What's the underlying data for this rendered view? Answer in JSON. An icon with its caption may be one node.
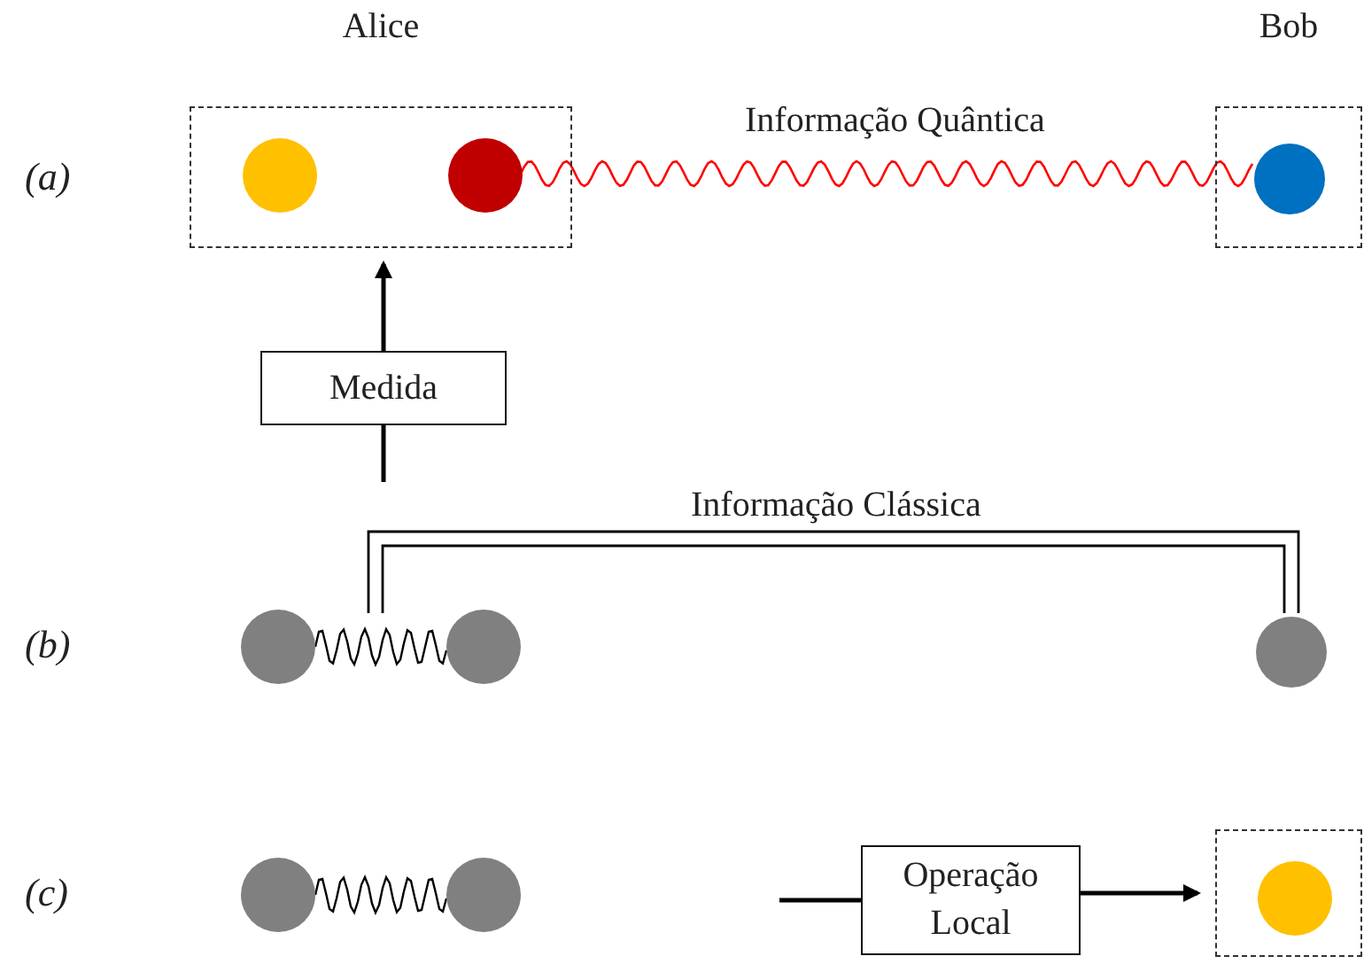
{
  "diagram": {
    "nodes": [
      {
        "text": [
          "Alice"
        ]
      },
      {
        "text": [],
        "shape": "circle",
        "in": 0
      },
      {
        "text": [],
        "shape": "circle",
        "in": 0
      },
      {
        "text": [
          "Bob"
        ]
      },
      {
        "text": [],
        "shape": "circle",
        "in": 3
      },
      {
        "text": [
          "Medida"
        ]
      },
      {
        "text": [],
        "shape": "circle"
      },
      {
        "text": [],
        "shape": "circle"
      },
      {
        "text": [],
        "shape": "circle"
      },
      {
        "text": [],
        "shape": "circle"
      },
      {
        "text": [],
        "shape": "circle"
      },
      {
        "text": [
          "Operação Local"
        ]
      },
      {
        "text": [],
        "shape": "box"
      },
      {
        "text": [],
        "shape": "circle",
        "in": 12
      }
    ],
    "edges": [
      {
        "from": 2,
        "to": 4,
        "arrow": "none",
        "label": "Informação Quântica",
        "color": "#ff0000"
      },
      {
        "from": null,
        "to": 5,
        "arrow": "none"
      },
      {
        "from": 5,
        "to": 0,
        "arrow": "to"
      },
      {
        "from": 6,
        "to": 7,
        "arrow": "none"
      },
      {
        "from": null,
        "to": 8,
        "arrow": "none",
        "label": "Informação Clássica"
      },
      {
        "from": 9,
        "to": 10,
        "arrow": "none"
      },
      {
        "from": null,
        "to": 11,
        "arrow": "none"
      },
      {
        "from": 11,
        "to": 12,
        "arrow": "to"
      }
    ],
    "labels": [
      "(a)",
      "(b)",
      "(c)"
    ]
  }
}
